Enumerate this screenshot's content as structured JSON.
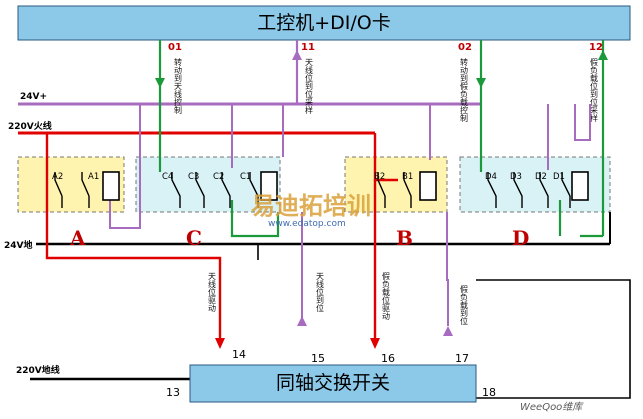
{
  "top_box": {
    "title": "工控机+DI/O卡"
  },
  "bottom_box": {
    "title": "同轴交换开关"
  },
  "rails": {
    "v24_plus": "24V+",
    "ac_live": "220V火线",
    "v24_gnd": "24V地",
    "ac_gnd": "220V地线"
  },
  "channels": [
    {
      "id": "01",
      "text": "转动到天线控制"
    },
    {
      "id": "11",
      "text": "天线位到位采样"
    },
    {
      "id": "02",
      "text": "转动到假负载控制"
    },
    {
      "id": "12",
      "text": "假负载位到位采样"
    }
  ],
  "switch_signals": [
    {
      "text": "天线位驱动"
    },
    {
      "text": "天线位到位"
    },
    {
      "text": "假负载位驱动"
    },
    {
      "text": "假负载到位"
    }
  ],
  "groups": {
    "A": {
      "label": "A",
      "contacts": [
        "A2",
        "A1"
      ]
    },
    "C": {
      "label": "C",
      "contacts": [
        "C4",
        "C3",
        "C2",
        "C1"
      ]
    },
    "B": {
      "label": "B",
      "contacts": [
        "B2",
        "B1"
      ]
    },
    "D": {
      "label": "D",
      "contacts": [
        "D4",
        "D3",
        "D2",
        "D1"
      ]
    }
  },
  "pins": [
    "13",
    "14",
    "15",
    "16",
    "17",
    "18"
  ],
  "watermarks": {
    "site_title": "易迪拓培训",
    "site_url": "www.edatop.com",
    "corner": "WeeQoo维库"
  },
  "colors": {
    "box_fill": "#8cc8e8",
    "relay_yellow": "#fff3b0",
    "relay_cyan": "#d9f2f6",
    "live_red": "#e00000",
    "green": "#1a9a3a",
    "purple": "#a76bc0"
  }
}
